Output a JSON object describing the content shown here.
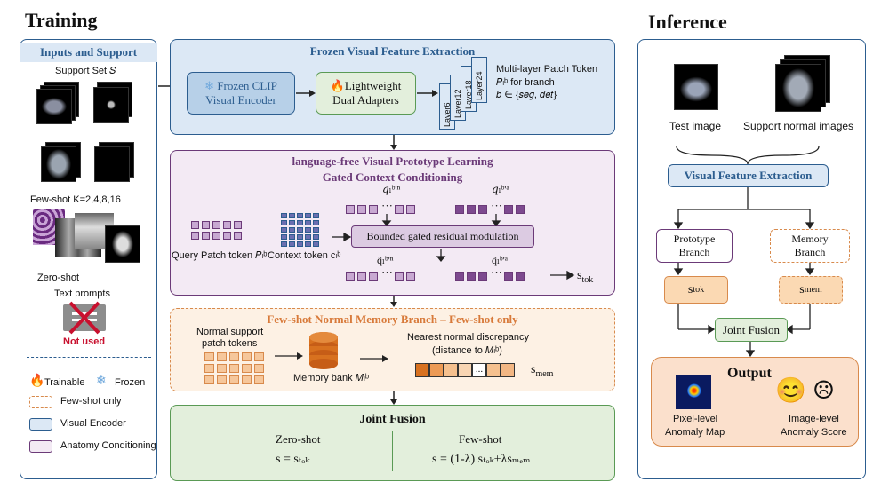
{
  "training": {
    "title": "Training",
    "inputs": {
      "title": "Inputs and Support",
      "support_set": "Support Set 𝑆",
      "few_shot": "Few-shot K=2,4,8,16",
      "zero_shot": "Zero-shot",
      "text_prompts": "Text prompts",
      "not_used": "Not used"
    },
    "legend": {
      "trainable": "Trainable",
      "frozen": "Frozen",
      "few_shot_only": "Few-shot only",
      "visual_encoder": "Visual Encoder",
      "anatomy": "Anatomy Conditioning"
    },
    "extraction": {
      "title": "Frozen Visual Feature Extraction",
      "clip_line1": "Frozen CLIP",
      "clip_line2": "Visual Encoder",
      "adapter_line1": "Lightweight",
      "adapter_line2": "Dual Adapters",
      "layers": [
        "Layer6",
        "Layer12",
        "Layer18",
        "Layer24"
      ],
      "token_line1": "Multi-layer Patch Token",
      "token_line2": "𝑃ₗᵇ for branch",
      "token_line3": "𝑏 ∈ {𝑠𝑒𝑔, 𝑑𝑒𝑡}"
    },
    "prototype": {
      "title": "language-free Visual Prototype Learning",
      "subtitle": "Gated Context Conditioning",
      "q_n": "𝑞ₗᵇ'ⁿ",
      "q_a": "𝑞ₗᵇ'ᵃ",
      "modulation": "Bounded gated residual modulation",
      "query_label": "Query Patch token 𝑃ₗᵇ",
      "context_label": "Context token cₗᵇ",
      "qt_n": "q̃ₗᵇ'ⁿ",
      "qt_a": "q̃ₗᵇ'ᵃ",
      "s_tok": "s",
      "s_tok_sub": "tok"
    },
    "memory": {
      "title": "Few-shot Normal Memory Branch – Few-shot only",
      "normal_line1": "Normal support",
      "normal_line2": "patch tokens",
      "bank": "Memory bank 𝑀ₗᵇ",
      "nearest_line1": "Nearest normal discrepancy",
      "nearest_line2": "(distance to 𝑀ₗᵇ)",
      "s_mem": "s",
      "s_mem_sub": "mem"
    },
    "fusion": {
      "title": "Joint Fusion",
      "zero_shot": "Zero-shot",
      "few_shot": "Few-shot",
      "zero_formula": "s = sₜₒₖ",
      "few_formula": "s = (1-λ) sₜₒₖ+λsₘₑₘ"
    }
  },
  "inference": {
    "title": "Inference",
    "test_image": "Test image",
    "support_images": "Support normal images",
    "extraction": "Visual Feature Extraction",
    "prototype_line1": "Prototype",
    "prototype_line2": "Branch",
    "memory_line1": "Memory",
    "memory_line2": "Branch",
    "s_tok": "s",
    "s_tok_sub": "tok",
    "s_mem": "s",
    "s_mem_sub": "mem",
    "fusion": "Joint Fusion",
    "output": {
      "title": "Output",
      "pixel_line1": "Pixel-level",
      "pixel_line2": "Anomaly Map",
      "image_line1": "Image-level",
      "image_line2": "Anomaly Score",
      "faces": "😊 ☹"
    }
  },
  "colors": {
    "blue_border": "#2c5d8f",
    "blue_fill": "#dce8f5",
    "purple_border": "#6b3a78",
    "purple_fill": "#f3eaf4",
    "orange_border": "#d88a4c",
    "orange_fill": "#fdf1e4",
    "green_border": "#5a9a55",
    "green_fill": "#e3efdc",
    "red": "#c8102e"
  }
}
